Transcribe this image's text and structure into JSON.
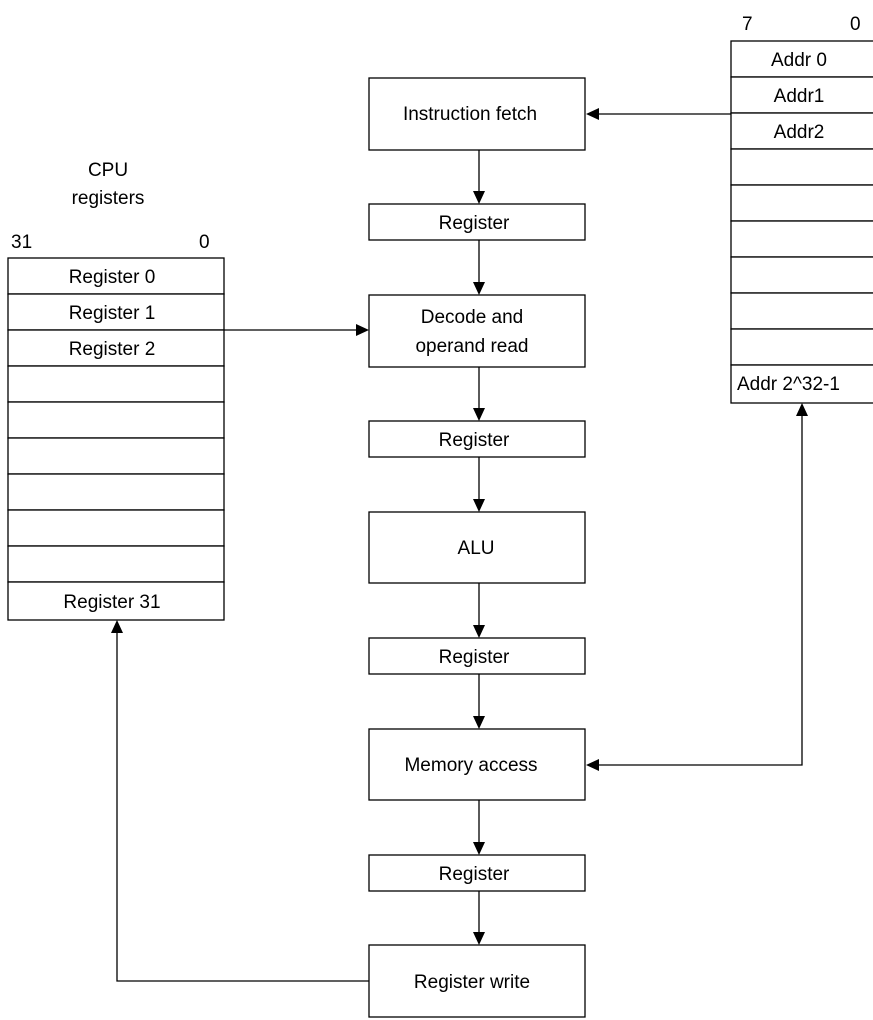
{
  "cpu_registers": {
    "title_line1": "CPU",
    "title_line2": "registers",
    "bit_high": "31",
    "bit_low": "0",
    "rows": [
      "Register 0",
      "Register 1",
      "Register 2",
      "",
      "",
      "",
      "",
      "",
      "",
      "Register 31"
    ]
  },
  "pipeline": {
    "stages": [
      "Instruction fetch",
      "Register",
      "Decode and",
      "operand read",
      "Register",
      "ALU",
      "Register",
      "Memory access",
      "Register",
      "Register write"
    ]
  },
  "memory": {
    "bit_high": "7",
    "bit_low": "0",
    "rows": [
      "Addr 0",
      "Addr1",
      "Addr2",
      "",
      "",
      "",
      "",
      "",
      "",
      "Addr 2^32-1"
    ]
  }
}
